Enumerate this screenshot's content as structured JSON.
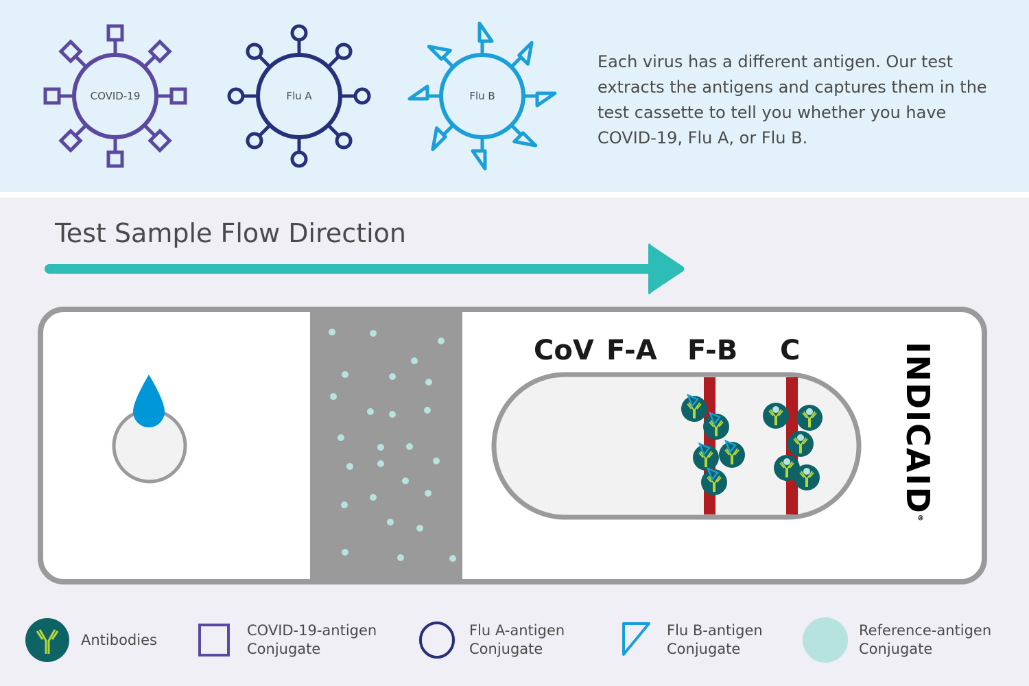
{
  "colors": {
    "top_bg": "#e3f2fa",
    "bottom_bg": "#f0eff5",
    "covid": "#5b49a0",
    "flu_a": "#27307a",
    "flu_b": "#1a9fd8",
    "arrow": "#2ebcb6",
    "gray": "#9a9a9c",
    "red_line": "#b01c20",
    "antibody_fill": "#0e6366",
    "antibody_y": "#b6d637",
    "reference": "#b6e2e0",
    "drop": "#0097d9"
  },
  "viruses": [
    {
      "label": "COVID-19",
      "shape": "square",
      "color_key": "covid"
    },
    {
      "label": "Flu A",
      "shape": "circle",
      "color_key": "flu_a"
    },
    {
      "label": "Flu B",
      "shape": "triangle",
      "color_key": "flu_b"
    }
  ],
  "description": "Each virus has a different antigen. Our test extracts the antigens and captures them in the test cassette to tell you whether you have COVID-19, Flu A, or Flu B.",
  "flow": {
    "title": "Test Sample Flow Direction",
    "icon": "right-arrow-icon"
  },
  "cassette": {
    "sample_well_icon": "water-drop-icon",
    "zone_labels": [
      "CoV",
      "F-A",
      "F-B",
      "C"
    ],
    "brand": "INDICAID",
    "brand_mark": "®",
    "lines_present": [
      "F-B",
      "C"
    ]
  },
  "legend": [
    {
      "icon": "antibody-icon",
      "label": "Antibodies"
    },
    {
      "icon": "square-icon",
      "label": "COVID-19-antigen\nConjugate"
    },
    {
      "icon": "circle-icon",
      "label": "Flu A-antigen\nConjugate"
    },
    {
      "icon": "triangle-icon",
      "label": "Flu B-antigen\nConjugate"
    },
    {
      "icon": "reference-dot-icon",
      "label": "Reference-antigen\nConjugate"
    }
  ]
}
